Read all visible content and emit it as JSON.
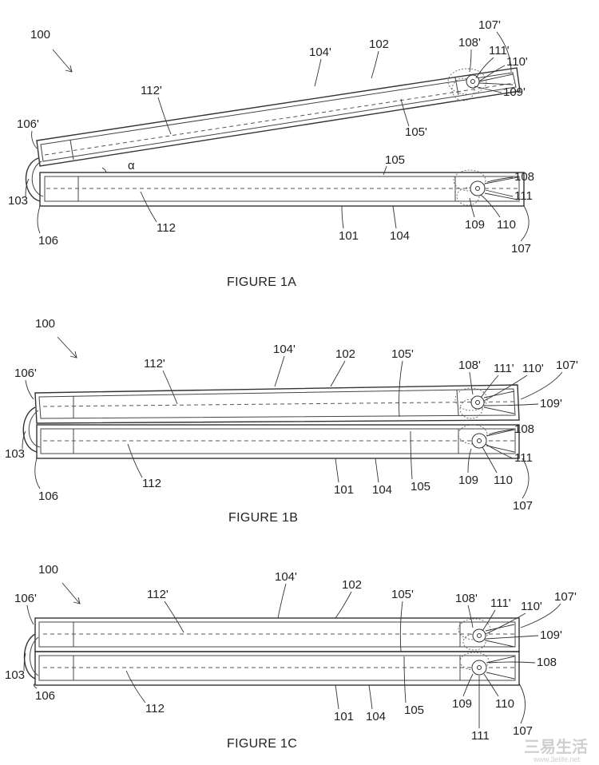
{
  "figures": {
    "fig1a": {
      "caption": "FIGURE 1A",
      "labels": {
        "device": "100",
        "upper": "102",
        "lower": "101",
        "l104p": "104'",
        "l104": "104",
        "l105p": "105'",
        "l105": "105",
        "l106p": "106'",
        "l106": "106",
        "l103": "103",
        "l107p": "107'",
        "l107": "107",
        "l108p": "108'",
        "l108": "108",
        "l109p": "109'",
        "l109": "109",
        "l110p": "110'",
        "l110": "110",
        "l111p": "111'",
        "l111": "111",
        "l112p": "112'",
        "l112": "112",
        "angle": "α"
      }
    },
    "fig1b": {
      "caption": "FIGURE 1B",
      "labels": {
        "device": "100",
        "upper": "102",
        "lower": "101",
        "l104p": "104'",
        "l104": "104",
        "l105p": "105'",
        "l105": "105",
        "l106p": "106'",
        "l106": "106",
        "l103": "103",
        "l107p": "107'",
        "l107": "107",
        "l108p": "108'",
        "l108": "108",
        "l109p": "109'",
        "l109": "109",
        "l110p": "110'",
        "l110": "110",
        "l111p": "111'",
        "l111": "111",
        "l112p": "112'",
        "l112": "112"
      }
    },
    "fig1c": {
      "caption": "FIGURE 1C",
      "labels": {
        "device": "100",
        "upper": "102",
        "lower": "101",
        "l104p": "104'",
        "l104": "104",
        "l105p": "105'",
        "l105": "105",
        "l106p": "106'",
        "l106": "106",
        "l103": "103",
        "l107p": "107'",
        "l107": "107",
        "l108p": "108'",
        "l108": "108",
        "l109p": "109'",
        "l109": "109",
        "l110p": "110'",
        "l110": "110",
        "l111p": "111'",
        "l111": "111",
        "l112p": "112'",
        "l112": "112"
      }
    }
  },
  "watermark": {
    "brand": "三易生活",
    "url": "www.3elife.net"
  }
}
